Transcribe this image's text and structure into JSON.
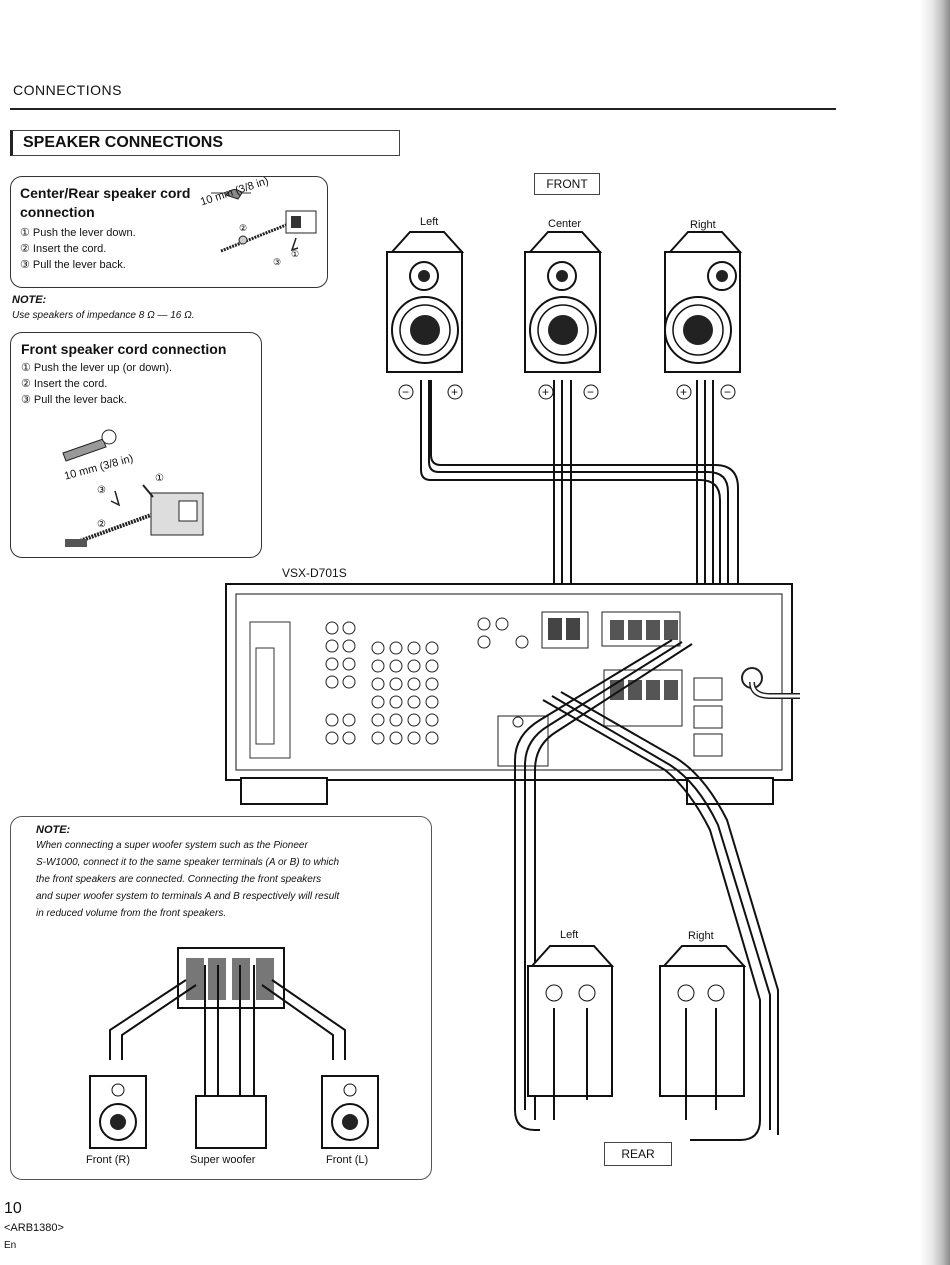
{
  "header": {
    "section": "CONNECTIONS",
    "subsection": "SPEAKER CONNECTIONS"
  },
  "center_rear_box": {
    "title_line1": "Center/Rear speaker cord",
    "title_line2": "connection",
    "steps": [
      "① Push the lever down.",
      "② Insert the cord.",
      "③ Pull the lever back."
    ],
    "dimension": "10 mm (3/8 in)"
  },
  "note1": {
    "heading": "NOTE:",
    "text": "Use speakers of impedance 8 Ω — 16 Ω."
  },
  "front_box": {
    "title": "Front speaker cord connection",
    "steps": [
      "① Push the lever up (or down).",
      "② Insert the cord.",
      "③ Pull the lever back."
    ],
    "dimension": "10 mm (3/8 in)"
  },
  "front_group": {
    "tag": "FRONT",
    "left": "Left",
    "center": "Center",
    "right": "Right"
  },
  "receiver": {
    "model": "VSX-D701S"
  },
  "note2": {
    "heading": "NOTE:",
    "lines": [
      "When connecting a super woofer system such as the Pioneer",
      "S-W1000, connect it to the same speaker terminals (A or B) to which",
      "the front speakers are connected. Connecting the front speakers",
      "and super woofer system to terminals A and B respectively will result",
      "in reduced volume from the front speakers."
    ],
    "label_front_r": "Front (R)",
    "label_super_woofer": "Super woofer",
    "label_front_l": "Front (L)"
  },
  "rear_group": {
    "tag": "REAR",
    "left": "Left",
    "right": "Right"
  },
  "footer": {
    "page": "10",
    "code": "<ARB1380>",
    "lang": "En"
  }
}
